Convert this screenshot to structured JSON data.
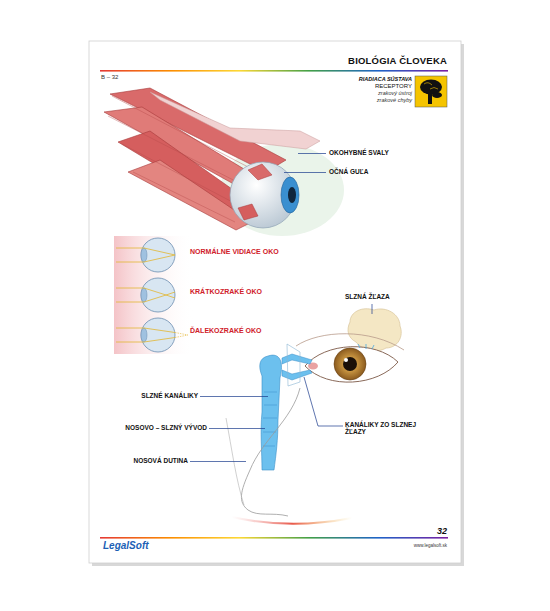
{
  "diagram": {
    "title": "BIOLÓGIA ČLOVEKA",
    "labels": [
      "B – 32",
      "RIADIACA SÚSTAVA",
      "RECEPTORY",
      "zrakový ústroj",
      "zrakové chyby",
      "OKOHYBNÉ SVALY",
      "OČNÁ GUĽA",
      "NORMÁLNE VIDIACE OKO",
      "KRÁTKOZRAKÉ OKO",
      "SLZNÁ ŽĽAZA",
      "ĎALEKOZRAKÉ OKO",
      "SLZNÉ KANÁLIKY",
      "NOSOVO – SLZNÝ VÝVOD",
      "KANÁLIKY ZO SLZNEJ ŽĽAZY",
      "NOSOVÁ DUTINA",
      "32",
      "LegalSoft",
      "www.legalsoft.sk"
    ]
  }
}
